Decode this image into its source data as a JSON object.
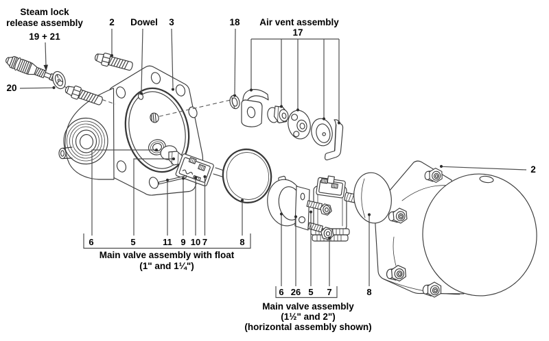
{
  "figure": {
    "background": "#ffffff",
    "line_color": "#383838",
    "label_color": "#000000"
  },
  "labels": {
    "steam_lock_line1": "Steam lock",
    "steam_lock_line2": "release assembly",
    "part_19_21": "19 + 21",
    "part_20": "20",
    "stud": "2",
    "dowel": "Dowel",
    "gasket": "3",
    "part_18": "18",
    "air_vent_title": "Air vent assembly",
    "part_17": "17",
    "cover_stud": "2"
  },
  "float_assembly": {
    "n6": "6",
    "n5": "5",
    "n11": "11",
    "n9": "9",
    "n10": "10",
    "n7": "7",
    "n8": "8",
    "caption1": "Main valve assembly with float",
    "caption2": "(1\" and 1¼\")"
  },
  "horizontal_assembly": {
    "n6": "6",
    "n26": "26",
    "n5": "5",
    "n7": "7",
    "n8": "8",
    "caption1": "Main valve assembly",
    "caption2": "(1½\" and 2\")",
    "caption3": "(horizontal assembly shown)"
  }
}
